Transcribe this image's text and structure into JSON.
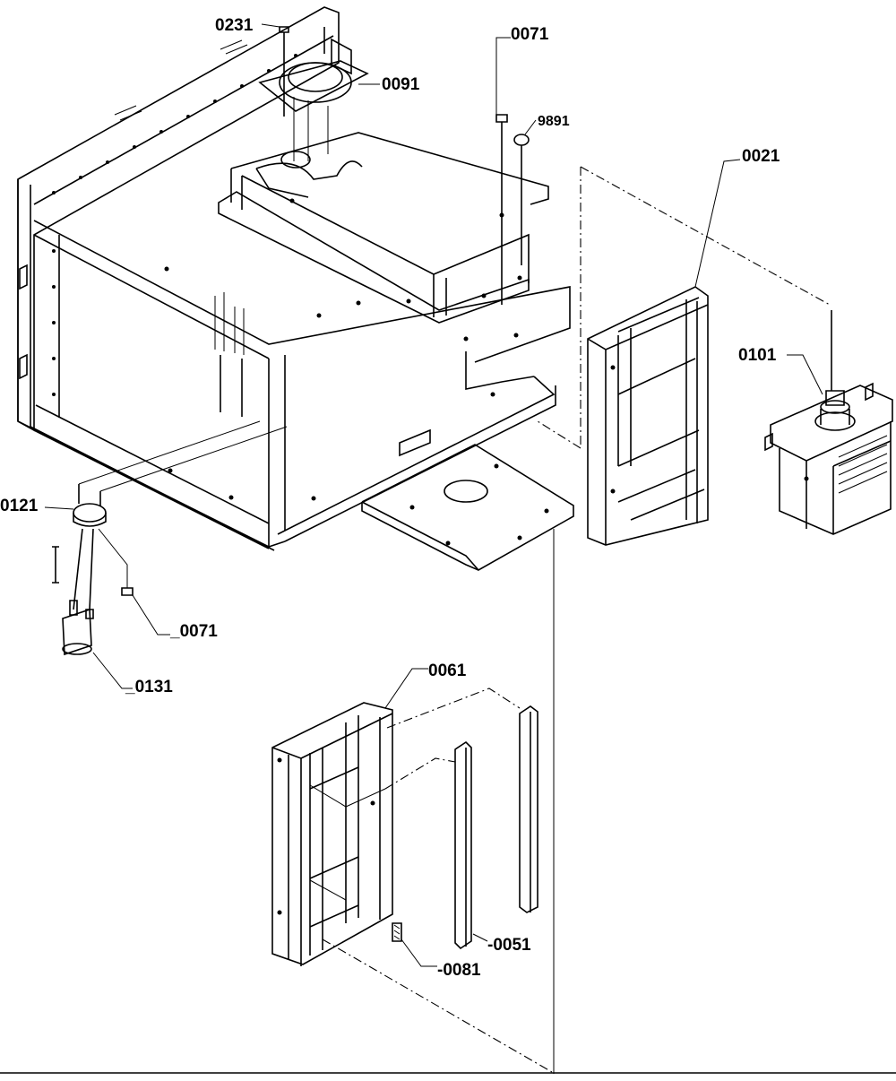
{
  "diagram": {
    "callouts": {
      "c0231": "0231",
      "c0071_top": "0071",
      "c0091": "0091",
      "c9891": "9891",
      "c0021": "0021",
      "c0101": "0101",
      "c0121": "0121",
      "c0071_left": "_0071",
      "c0131": "_0131",
      "c0061": "0061",
      "c0051": "-0051",
      "c0081": "-0081"
    }
  }
}
